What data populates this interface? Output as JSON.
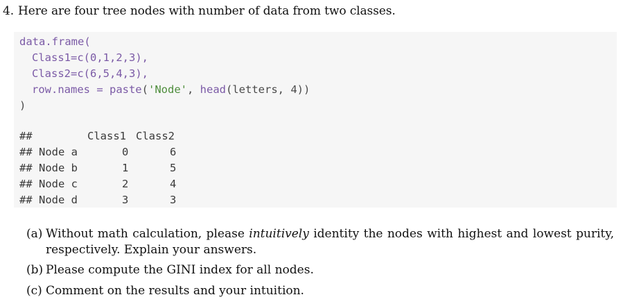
{
  "question": {
    "number": "4.",
    "text": "Here are four tree nodes with number of data from two classes."
  },
  "code": {
    "l1": "data.frame(",
    "l2_pre": "Class1=",
    "l2_fn": "c",
    "l2_post": "(0,1,2,3),",
    "l3_pre": "Class2=",
    "l3_fn": "c",
    "l3_post": "(6,5,4,3),",
    "l4_a": "row.names = ",
    "l4_fn1": "paste",
    "l4_b": "(",
    "l4_str": "'Node'",
    "l4_c": ", ",
    "l4_fn2": "head",
    "l4_d": "(letters, 4))",
    "l5": ")"
  },
  "output": {
    "prefix": "##",
    "headers": [
      "Class1",
      "Class2"
    ],
    "rows": [
      {
        "name": "Node a",
        "c1": "0",
        "c2": "6"
      },
      {
        "name": "Node b",
        "c1": "1",
        "c2": "5"
      },
      {
        "name": "Node c",
        "c1": "2",
        "c2": "4"
      },
      {
        "name": "Node d",
        "c1": "3",
        "c2": "3"
      }
    ]
  },
  "items": [
    {
      "label": "(a)",
      "t1": "Without math calculation, please ",
      "t2": "intuitively",
      "t3": " identity the nodes with highest and lowest purity,",
      "t4": "respectively. Explain your answers."
    },
    {
      "label": "(b)",
      "t1": "Please compute the GINI index for all nodes."
    },
    {
      "label": "(c)",
      "t1": "Comment on the results and your intuition."
    }
  ]
}
